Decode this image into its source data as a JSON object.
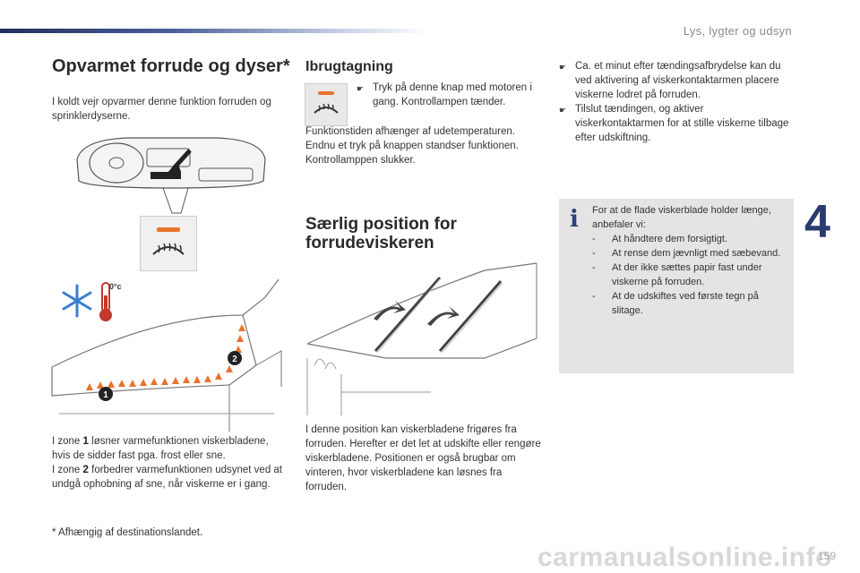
{
  "header": {
    "section": "Lys, lygter og udsyn",
    "chapter": "4"
  },
  "left": {
    "title": "Opvarmet forrude og dyser*",
    "intro": "I koldt vejr opvarmer denne funktion forruden og sprinklerdyserne.",
    "zone1_pre": "I zone ",
    "zone1_num": "1",
    "zone1_text": " løsner varmefunktionen viskerbladene, hvis de sidder fast pga. frost eller sne.",
    "zone2_pre": "I zone ",
    "zone2_num": "2",
    "zone2_text": " forbedrer varmefunktionen udsynet ved at undgå ophobning af sne, når viskerne er i gang.",
    "footnote": "* Afhængig af destinationslandet.",
    "temp_label": "0°c",
    "callout_1": "1",
    "callout_2": "2"
  },
  "middle": {
    "use_title": "Ibrugtagning",
    "use_bullet": "Tryk på denne knap med motoren i gang. Kontrollampen tænder.",
    "use_text": "Funktionstiden afhænger af udetemperaturen. Endnu et tryk på knappen standser funktionen. Kontrollamppen slukker.",
    "special_title": "Særlig position for forrudeviskeren",
    "special_text": "I denne position kan viskerbladene frigøres fra forruden. Herefter er det let at udskifte eller rengøre viskerbladene. Positionen er også brugbar om vinteren, hvor viskerbladene kan løsnes fra forruden."
  },
  "right": {
    "bullet1": "Ca. et minut efter tændingsafbrydelse kan du ved aktivering af viskerkontaktarmen placere viskerne lodret på forruden.",
    "bullet2": "Tilslut tændingen, og aktiver viskerkontaktarmen for at stille viskerne tilbage efter udskiftning.",
    "info_intro": "For at de flade viskerblade holder længe, anbefaler vi:",
    "info_items": [
      "At håndtere dem forsigtigt.",
      "At rense dem jævnligt med sæbevand.",
      "At der ikke sættes papir fast under viskerne på forruden.",
      "At de udskiftes ved første tegn på slitage."
    ]
  },
  "footer": {
    "watermark": "carmanualsonline.info",
    "page": "159"
  },
  "colors": {
    "accent_blue": "#2a3b6e",
    "heat_orange": "#e8732e",
    "info_bg": "#e4e4e4"
  },
  "icons": {
    "bullet": "arrow-bullet-icon",
    "info": "info-icon"
  }
}
